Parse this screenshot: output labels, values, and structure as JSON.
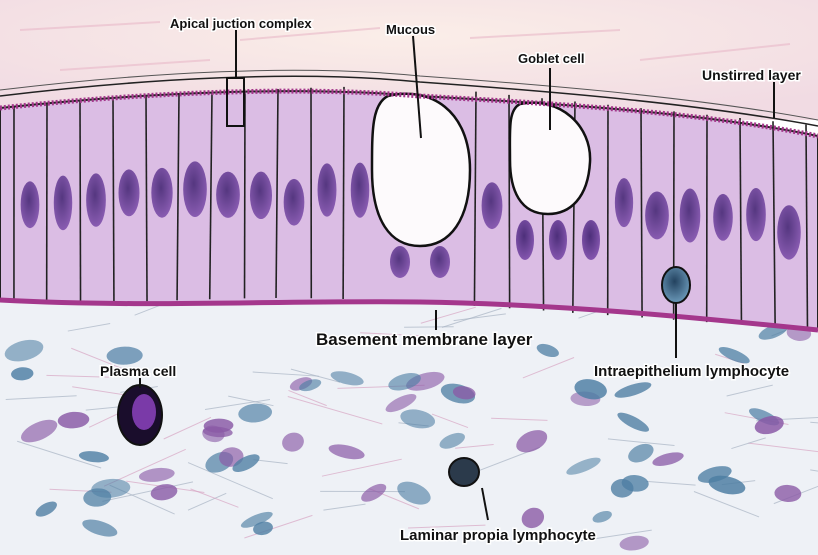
{
  "labels": {
    "apical": "Apical juction complex",
    "mucous": "Mucous",
    "goblet": "Goblet cell",
    "unstirred": "Unstirred layer",
    "basement": "Basement membrane layer",
    "plasma": "Plasma cell",
    "iel": "Intraepithelium lymphocyte",
    "lpl": "Laminar propia lymphocyte"
  },
  "colors": {
    "lumen": "#f6e2e4",
    "cytoplasm": "#d9b6e2",
    "nucleus": "#5a2a8a",
    "membrane": "#a4378c",
    "stroma": "#ecf0f6",
    "lymphocyte": "#3f6f94",
    "outline": "#111111"
  }
}
